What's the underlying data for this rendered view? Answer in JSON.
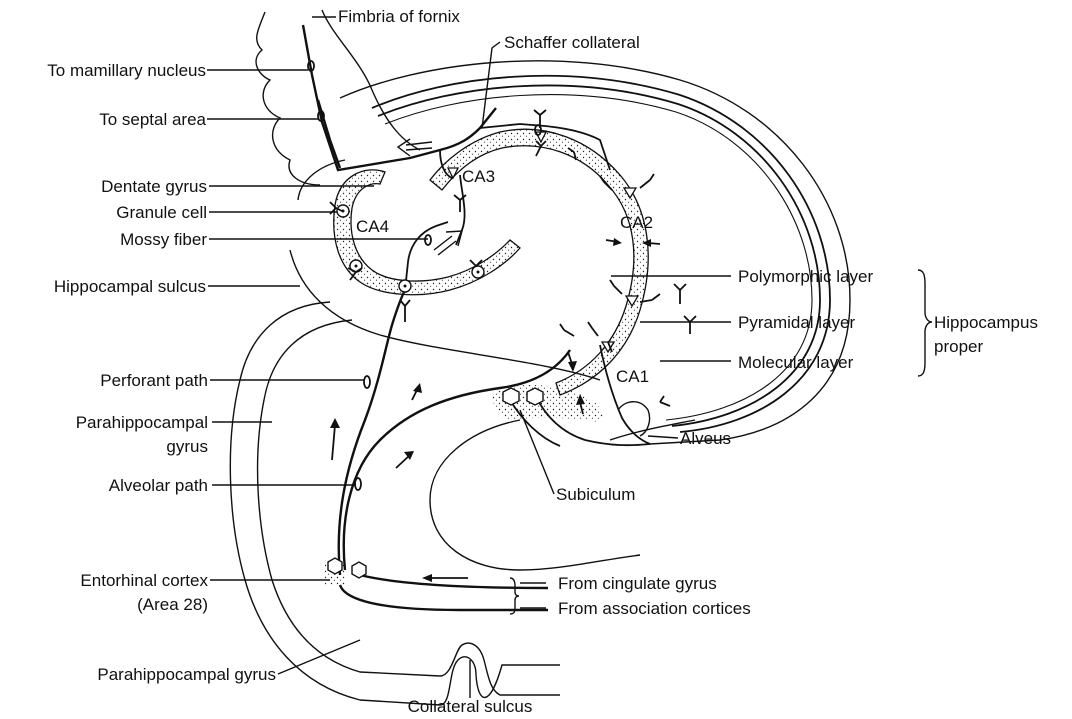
{
  "labels": {
    "fimbria": "Fimbria of fornix",
    "schaffer": "Schaffer collateral",
    "mamillary": "To mamillary nucleus",
    "septal": "To septal area",
    "dentate": "Dentate gyrus",
    "granule": "Granule cell",
    "mossy": "Mossy fiber",
    "hipp_sulcus": "Hippocampal sulcus",
    "polymorphic": "Polymorphic layer",
    "pyramidal": "Pyramidal layer",
    "molecular": "Molecular layer",
    "hippocampus_proper_1": "Hippocampus",
    "hippocampus_proper_2": "proper",
    "perforant": "Perforant path",
    "parahipp_1": "Parahippocampal",
    "parahipp_2": "gyrus",
    "alveus": "Alveus",
    "alveolar": "Alveolar path",
    "subiculum": "Subiculum",
    "entorhinal_1": "Entorhinal cortex",
    "entorhinal_2": "(Area 28)",
    "cingulate": "From cingulate gyrus",
    "association": "From association cortices",
    "parahipp_bottom": "Parahippocampal gyrus",
    "collateral": "Collateral sulcus"
  },
  "regions": {
    "ca1": "CA1",
    "ca2": "CA2",
    "ca3": "CA3",
    "ca4": "CA4"
  }
}
